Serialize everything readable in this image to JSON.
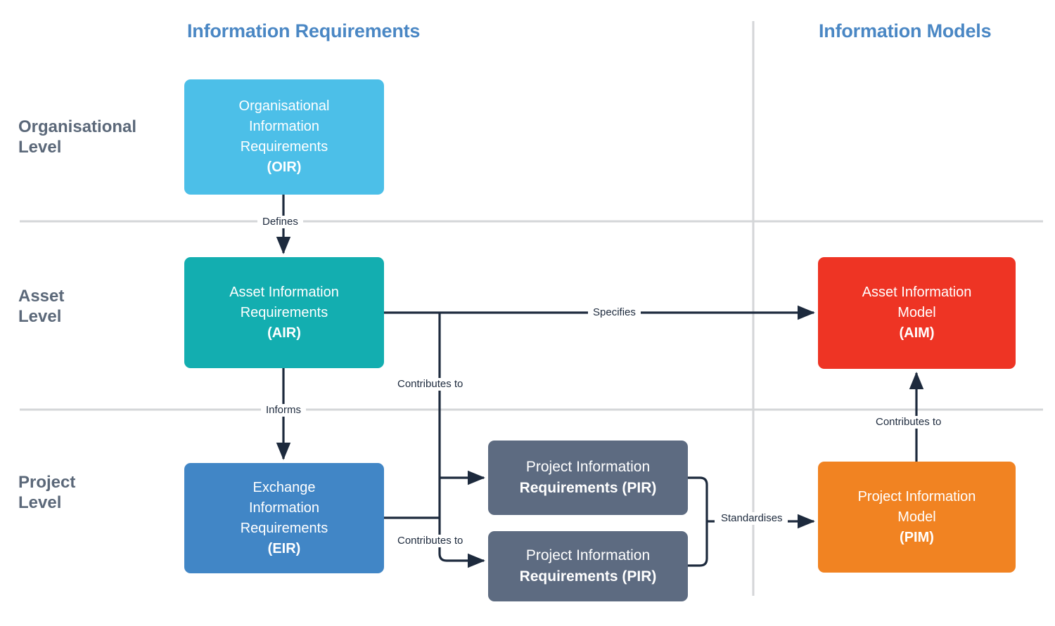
{
  "diagram": {
    "title_left": "Information Requirements",
    "title_right": "Information Models",
    "levels": [
      {
        "id": "organisational",
        "label": "Organisational\nLevel"
      },
      {
        "id": "asset",
        "label": "Asset\nLevel"
      },
      {
        "id": "project",
        "label": "Project\nLevel"
      }
    ],
    "nodes": [
      {
        "id": "oir",
        "line1": "Organisational",
        "line2": "Information",
        "line3": "Requirements",
        "abbr": "(OIR)",
        "color": "#4cbfe8",
        "column": "Information Requirements",
        "level": "Organisational Level"
      },
      {
        "id": "air",
        "line1": "Asset Information",
        "line2": "Requirements",
        "abbr": "(AIR)",
        "color": "#13aeb0",
        "column": "Information Requirements",
        "level": "Asset Level"
      },
      {
        "id": "eir",
        "line1": "Exchange",
        "line2": "Information",
        "line3": "Requirements",
        "abbr": "(EIR)",
        "color": "#4186c6",
        "column": "Information Requirements",
        "level": "Project Level"
      },
      {
        "id": "pir1",
        "line1": "Project Information",
        "line2": "Requirements (PIR)",
        "color": "#5d6b81",
        "column": "Information Requirements",
        "level": "Project Level"
      },
      {
        "id": "pir2",
        "line1": "Project Information",
        "line2": "Requirements (PIR)",
        "color": "#5d6b81",
        "column": "Information Requirements",
        "level": "Project Level"
      },
      {
        "id": "aim",
        "line1": "Asset Information",
        "line2": "Model",
        "abbr": "(AIM)",
        "color": "#ee3424",
        "column": "Information Models",
        "level": "Asset Level"
      },
      {
        "id": "pim",
        "line1": "Project Information",
        "line2": "Model",
        "abbr": "(PIM)",
        "color": "#f18322",
        "column": "Information Models",
        "level": "Project Level"
      }
    ],
    "edges": [
      {
        "id": "oir-air",
        "label": "Defines",
        "from": "oir",
        "to": "air"
      },
      {
        "id": "air-eir",
        "label": "Informs",
        "from": "air",
        "to": "eir"
      },
      {
        "id": "air-aim",
        "label": "Specifies",
        "from": "air",
        "to": "aim"
      },
      {
        "id": "air-pir",
        "label": "Contributes to",
        "from": "air",
        "to": "pir1"
      },
      {
        "id": "eir-pir",
        "label": "Contributes to",
        "from": "eir",
        "to": "pir2"
      },
      {
        "id": "pir-pim",
        "label": "Standardises",
        "from": "pir1",
        "to": "pim"
      },
      {
        "id": "pim-aim",
        "label": "Contributes to",
        "from": "pim",
        "to": "aim"
      }
    ],
    "colors": {
      "header": "#4a87c4",
      "level_label": "#5b6879",
      "connector": "#1d2a3d",
      "divider": "#d4d6d8",
      "background": "#ffffff"
    }
  }
}
